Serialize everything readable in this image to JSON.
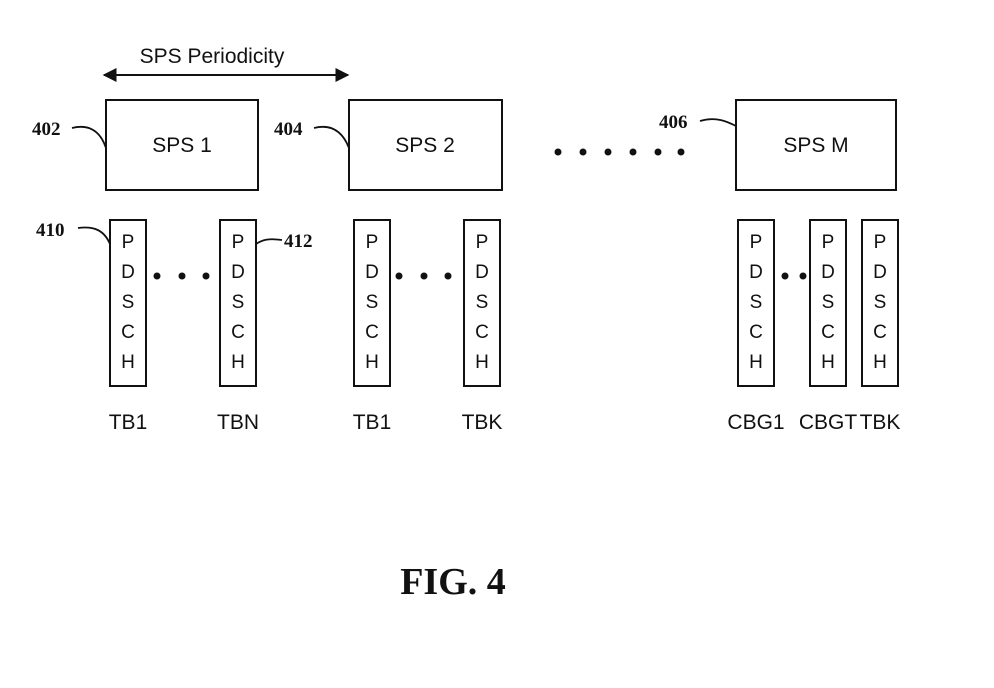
{
  "figure": {
    "caption": "FIG. 4",
    "periodicity_label": "SPS Periodicity",
    "sps_boxes": [
      {
        "label": "SPS 1",
        "ref": "402"
      },
      {
        "label": "SPS 2",
        "ref": "404"
      },
      {
        "label": "SPS M",
        "ref": "406"
      }
    ],
    "channel_letters": [
      "P",
      "D",
      "S",
      "C",
      "H"
    ],
    "channels": [
      {
        "label": "TB1",
        "ref": "410"
      },
      {
        "label": "TBN",
        "ref": "412"
      },
      {
        "label": "TB1",
        "ref": ""
      },
      {
        "label": "TBK",
        "ref": ""
      },
      {
        "label": "CBG1",
        "ref": ""
      },
      {
        "label": "CBGT",
        "ref": ""
      },
      {
        "label": "TBK",
        "ref": ""
      }
    ]
  }
}
